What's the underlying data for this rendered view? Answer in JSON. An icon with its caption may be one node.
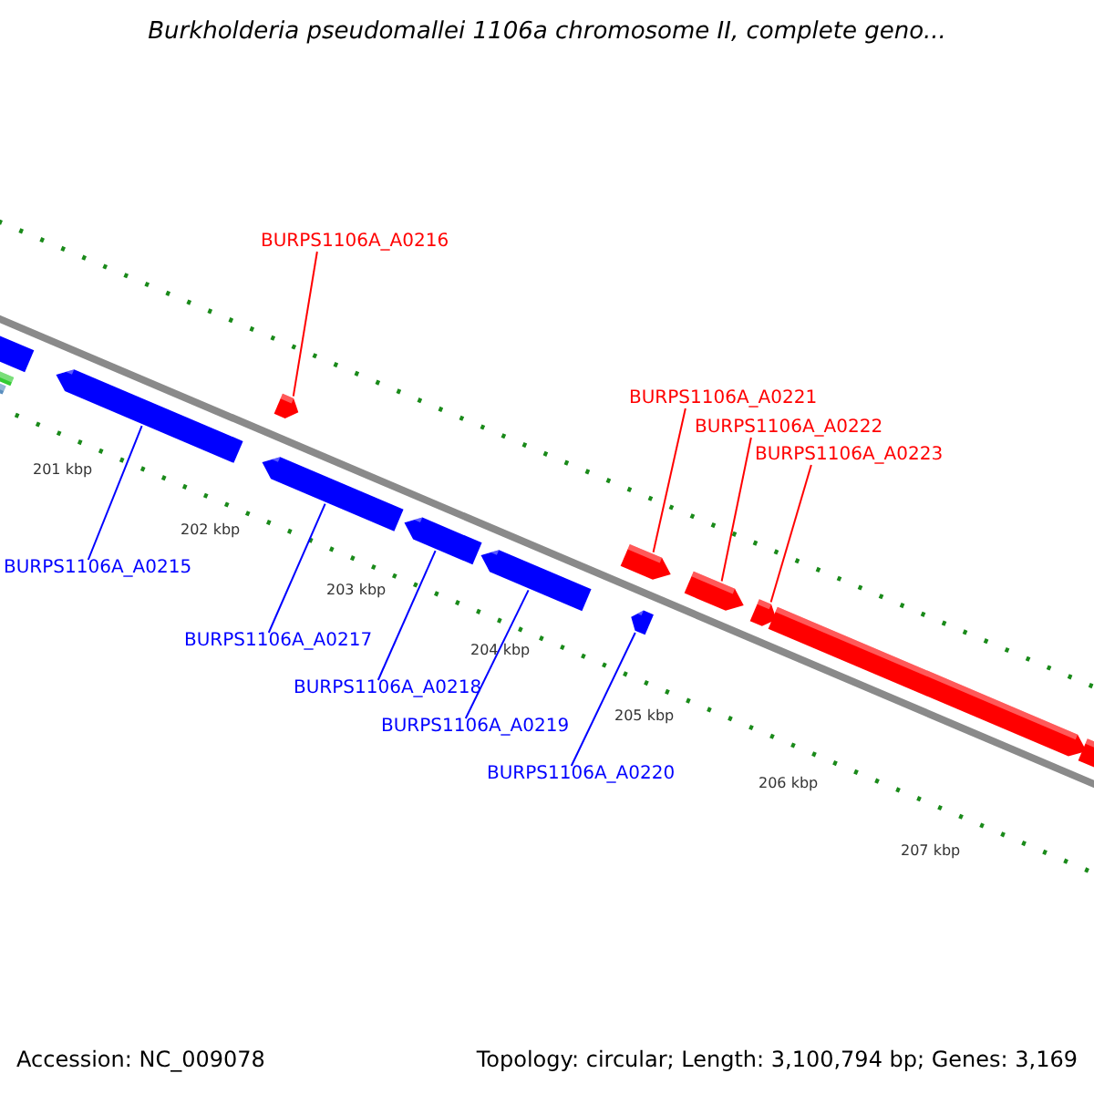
{
  "diagram": {
    "title": "Burkholderia pseudomallei 1106a chromosome II, complete geno...",
    "nodes": [
      {
        "text": [
          "BURPS1106A_A0216"
        ]
      },
      {
        "text": [
          "BURPS1106A_A0221"
        ]
      },
      {
        "text": [
          "BURPS1106A_A0222"
        ]
      },
      {
        "text": [
          "BURPS1106A_A0223"
        ]
      },
      {
        "text": [
          "BURPS1106A_A0215"
        ]
      },
      {
        "text": [
          "BURPS1106A_A0217"
        ]
      },
      {
        "text": [
          "BURPS1106A_A0218"
        ]
      },
      {
        "text": [
          "BURPS1106A_A0219"
        ]
      },
      {
        "text": [
          "BURPS1106A_A0220"
        ]
      },
      {
        "text": [],
        "shape": "arrow"
      },
      {
        "text": [],
        "shape": "bar"
      },
      {
        "text": [],
        "shape": "bar"
      },
      {
        "text": [],
        "shape": "arrow"
      },
      {
        "text": [],
        "shape": "arrow"
      },
      {
        "text": [],
        "shape": "arrow"
      },
      {
        "text": [],
        "shape": "arrow"
      },
      {
        "text": [],
        "shape": "arrow"
      },
      {
        "text": [],
        "shape": "arrow"
      },
      {
        "text": [],
        "shape": "arrow"
      },
      {
        "text": [],
        "shape": "arrow"
      },
      {
        "text": [],
        "shape": "arrow"
      },
      {
        "text": [],
        "shape": "arrow"
      },
      {
        "text": [],
        "shape": "arrow"
      }
    ],
    "edges": [
      {
        "from": 0,
        "to": 13,
        "arrow": "none",
        "color": "#ff0000"
      },
      {
        "from": 1,
        "to": 17,
        "arrow": "none",
        "color": "#ff0000"
      },
      {
        "from": 2,
        "to": 19,
        "arrow": "none",
        "color": "#ff0000"
      },
      {
        "from": 3,
        "to": 20,
        "arrow": "none",
        "color": "#ff0000"
      },
      {
        "from": 4,
        "to": 12,
        "arrow": "none"
      },
      {
        "from": 5,
        "to": 14,
        "arrow": "none"
      },
      {
        "from": 6,
        "to": 15,
        "arrow": "none"
      },
      {
        "from": 7,
        "to": 16,
        "arrow": "none"
      },
      {
        "from": 8,
        "to": 18,
        "arrow": "none"
      }
    ],
    "labels": [
      "201 kbp",
      "202 kbp",
      "203 kbp",
      "204 kbp",
      "205 kbp",
      "206 kbp",
      "207 kbp",
      "Accession: NC_009078",
      "Topology: circular; Length: 3,100,794 bp; Genes: 3,169"
    ]
  }
}
